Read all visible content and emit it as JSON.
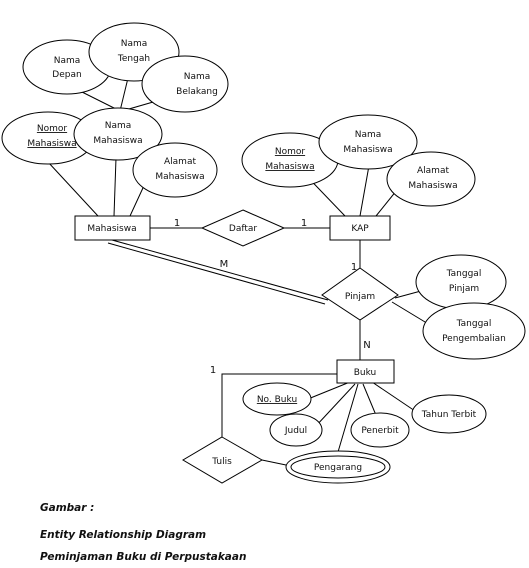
{
  "entities": {
    "mahasiswa": "Mahasiswa",
    "kap": "KAP",
    "buku": "Buku"
  },
  "relationships": {
    "daftar": "Daftar",
    "pinjam": "Pinjam",
    "tulis": "Tulis"
  },
  "attributes": {
    "nama_depan": [
      "Nama",
      "Depan"
    ],
    "nama_tengah": [
      "Nama",
      "Tengah"
    ],
    "nama_belakang": [
      "Nama",
      "Belakang"
    ],
    "nomor_mahasiswa_m": [
      "Nomor",
      "Mahasiswa"
    ],
    "nama_mahasiswa_m": [
      "Nama",
      "Mahasiswa"
    ],
    "alamat_mahasiswa_m": [
      "Alamat",
      "Mahasiswa"
    ],
    "nomor_mahasiswa_k": [
      "Nomor",
      "Mahasiswa"
    ],
    "nama_mahasiswa_k": [
      "Nama",
      "Mahasiswa"
    ],
    "alamat_mahasiswa_k": [
      "Alamat",
      "Mahasiswa"
    ],
    "tanggal_pinjam": [
      "Tanggal",
      "Pinjam"
    ],
    "tanggal_pengembalian": [
      "Tanggal",
      "Pengembalian"
    ],
    "no_buku": "No. Buku",
    "judul": "Judul",
    "penerbit": "Penerbit",
    "tahun_terbit": "Tahun Terbit",
    "pengarang": "Pengarang"
  },
  "cardinalities": {
    "daftar_mahasiswa": "1",
    "daftar_kap": "1",
    "kap_pinjam": "1",
    "mahasiswa_pinjam": "M",
    "pinjam_buku": "N",
    "tulis": "1"
  },
  "caption": {
    "line1": "Gambar :",
    "line2": "Entity Relationship Diagram",
    "line3": "Peminjaman Buku di Perpustakaan"
  }
}
